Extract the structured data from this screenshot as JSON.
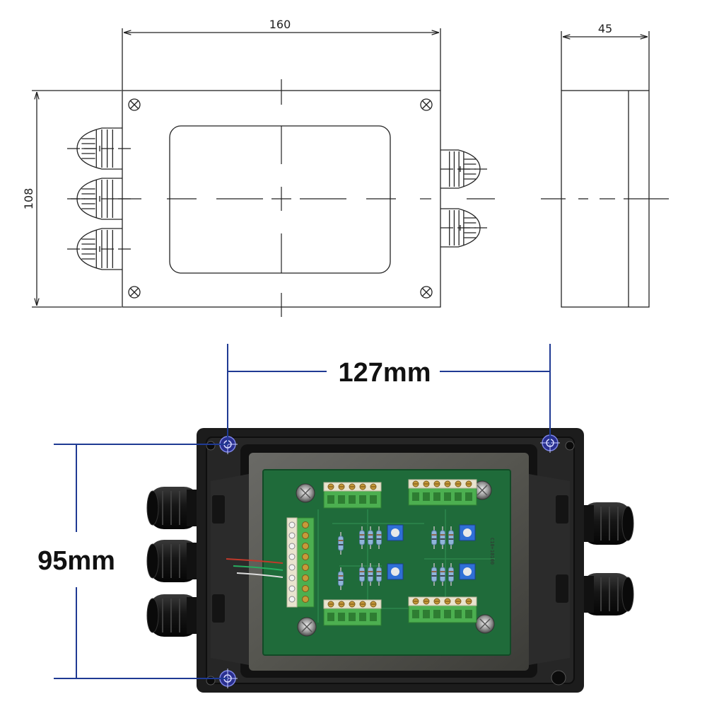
{
  "drawing": {
    "width_label": "160",
    "height_label": "108",
    "depth_label": "45"
  },
  "photo": {
    "hole_spacing_x_label": "127mm",
    "hole_spacing_y_label": "95mm",
    "board_label": "C10+10100",
    "dimension_line_color": "#1f3a93",
    "enclosure_color": "#1c1c1c",
    "pcb_color": "#1f6b3a",
    "terminal_color": "#4caf50",
    "trimmer_color": "#2f6fd6"
  }
}
